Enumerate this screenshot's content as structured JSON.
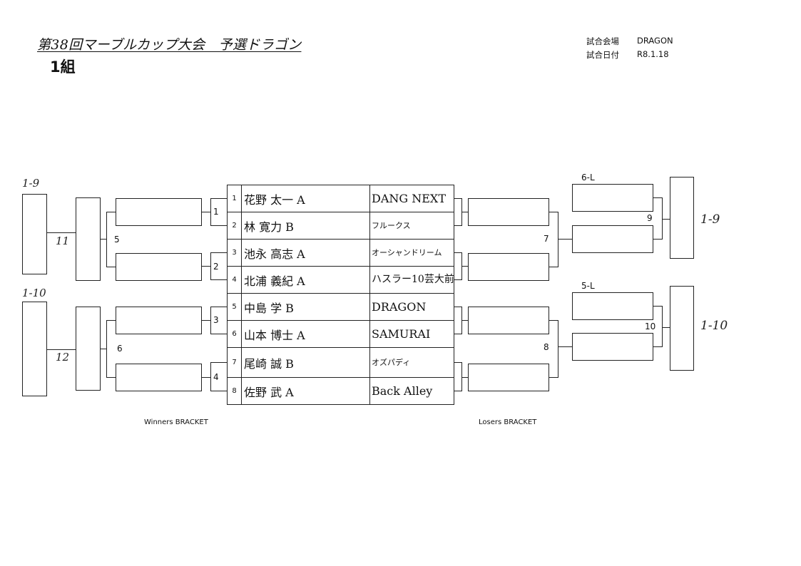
{
  "header": {
    "title": "第38回マーブルカップ大会　予選ドラゴン",
    "group": "1組",
    "venue_label": "試合会場",
    "venue": "DRAGON",
    "date_label": "試合日付",
    "date": "R8.1.18"
  },
  "entries": [
    {
      "seed": "1",
      "name": "花野 太一 A",
      "team": "DANG NEXT"
    },
    {
      "seed": "2",
      "name": "林 寛力 B",
      "team": "フルークス"
    },
    {
      "seed": "3",
      "name": "池永 高志 A",
      "team": "オーシャンドリーム"
    },
    {
      "seed": "4",
      "name": "北浦 義紀 A",
      "team": "ハスラー10芸大前"
    },
    {
      "seed": "5",
      "name": "中島 学 B",
      "team": "DRAGON"
    },
    {
      "seed": "6",
      "name": "山本 博士 A",
      "team": "SAMURAI"
    },
    {
      "seed": "7",
      "name": "尾崎 誠 B",
      "team": "オズパディ"
    },
    {
      "seed": "8",
      "name": "佐野 武 A",
      "team": "Back Alley"
    }
  ],
  "winners_bracket": {
    "label": "Winners BRACKET",
    "match_numbers": [
      "1",
      "2",
      "3",
      "4",
      "5",
      "6"
    ],
    "final_numbers": [
      "11",
      "12"
    ],
    "position_labels": [
      "1-9",
      "1-10"
    ]
  },
  "losers_bracket": {
    "label": "Losers BRACKET",
    "match_numbers": [
      "7",
      "8",
      "9",
      "10"
    ],
    "drop_labels": [
      "6-L",
      "5-L"
    ],
    "position_labels": [
      "1-9",
      "1-10"
    ]
  }
}
